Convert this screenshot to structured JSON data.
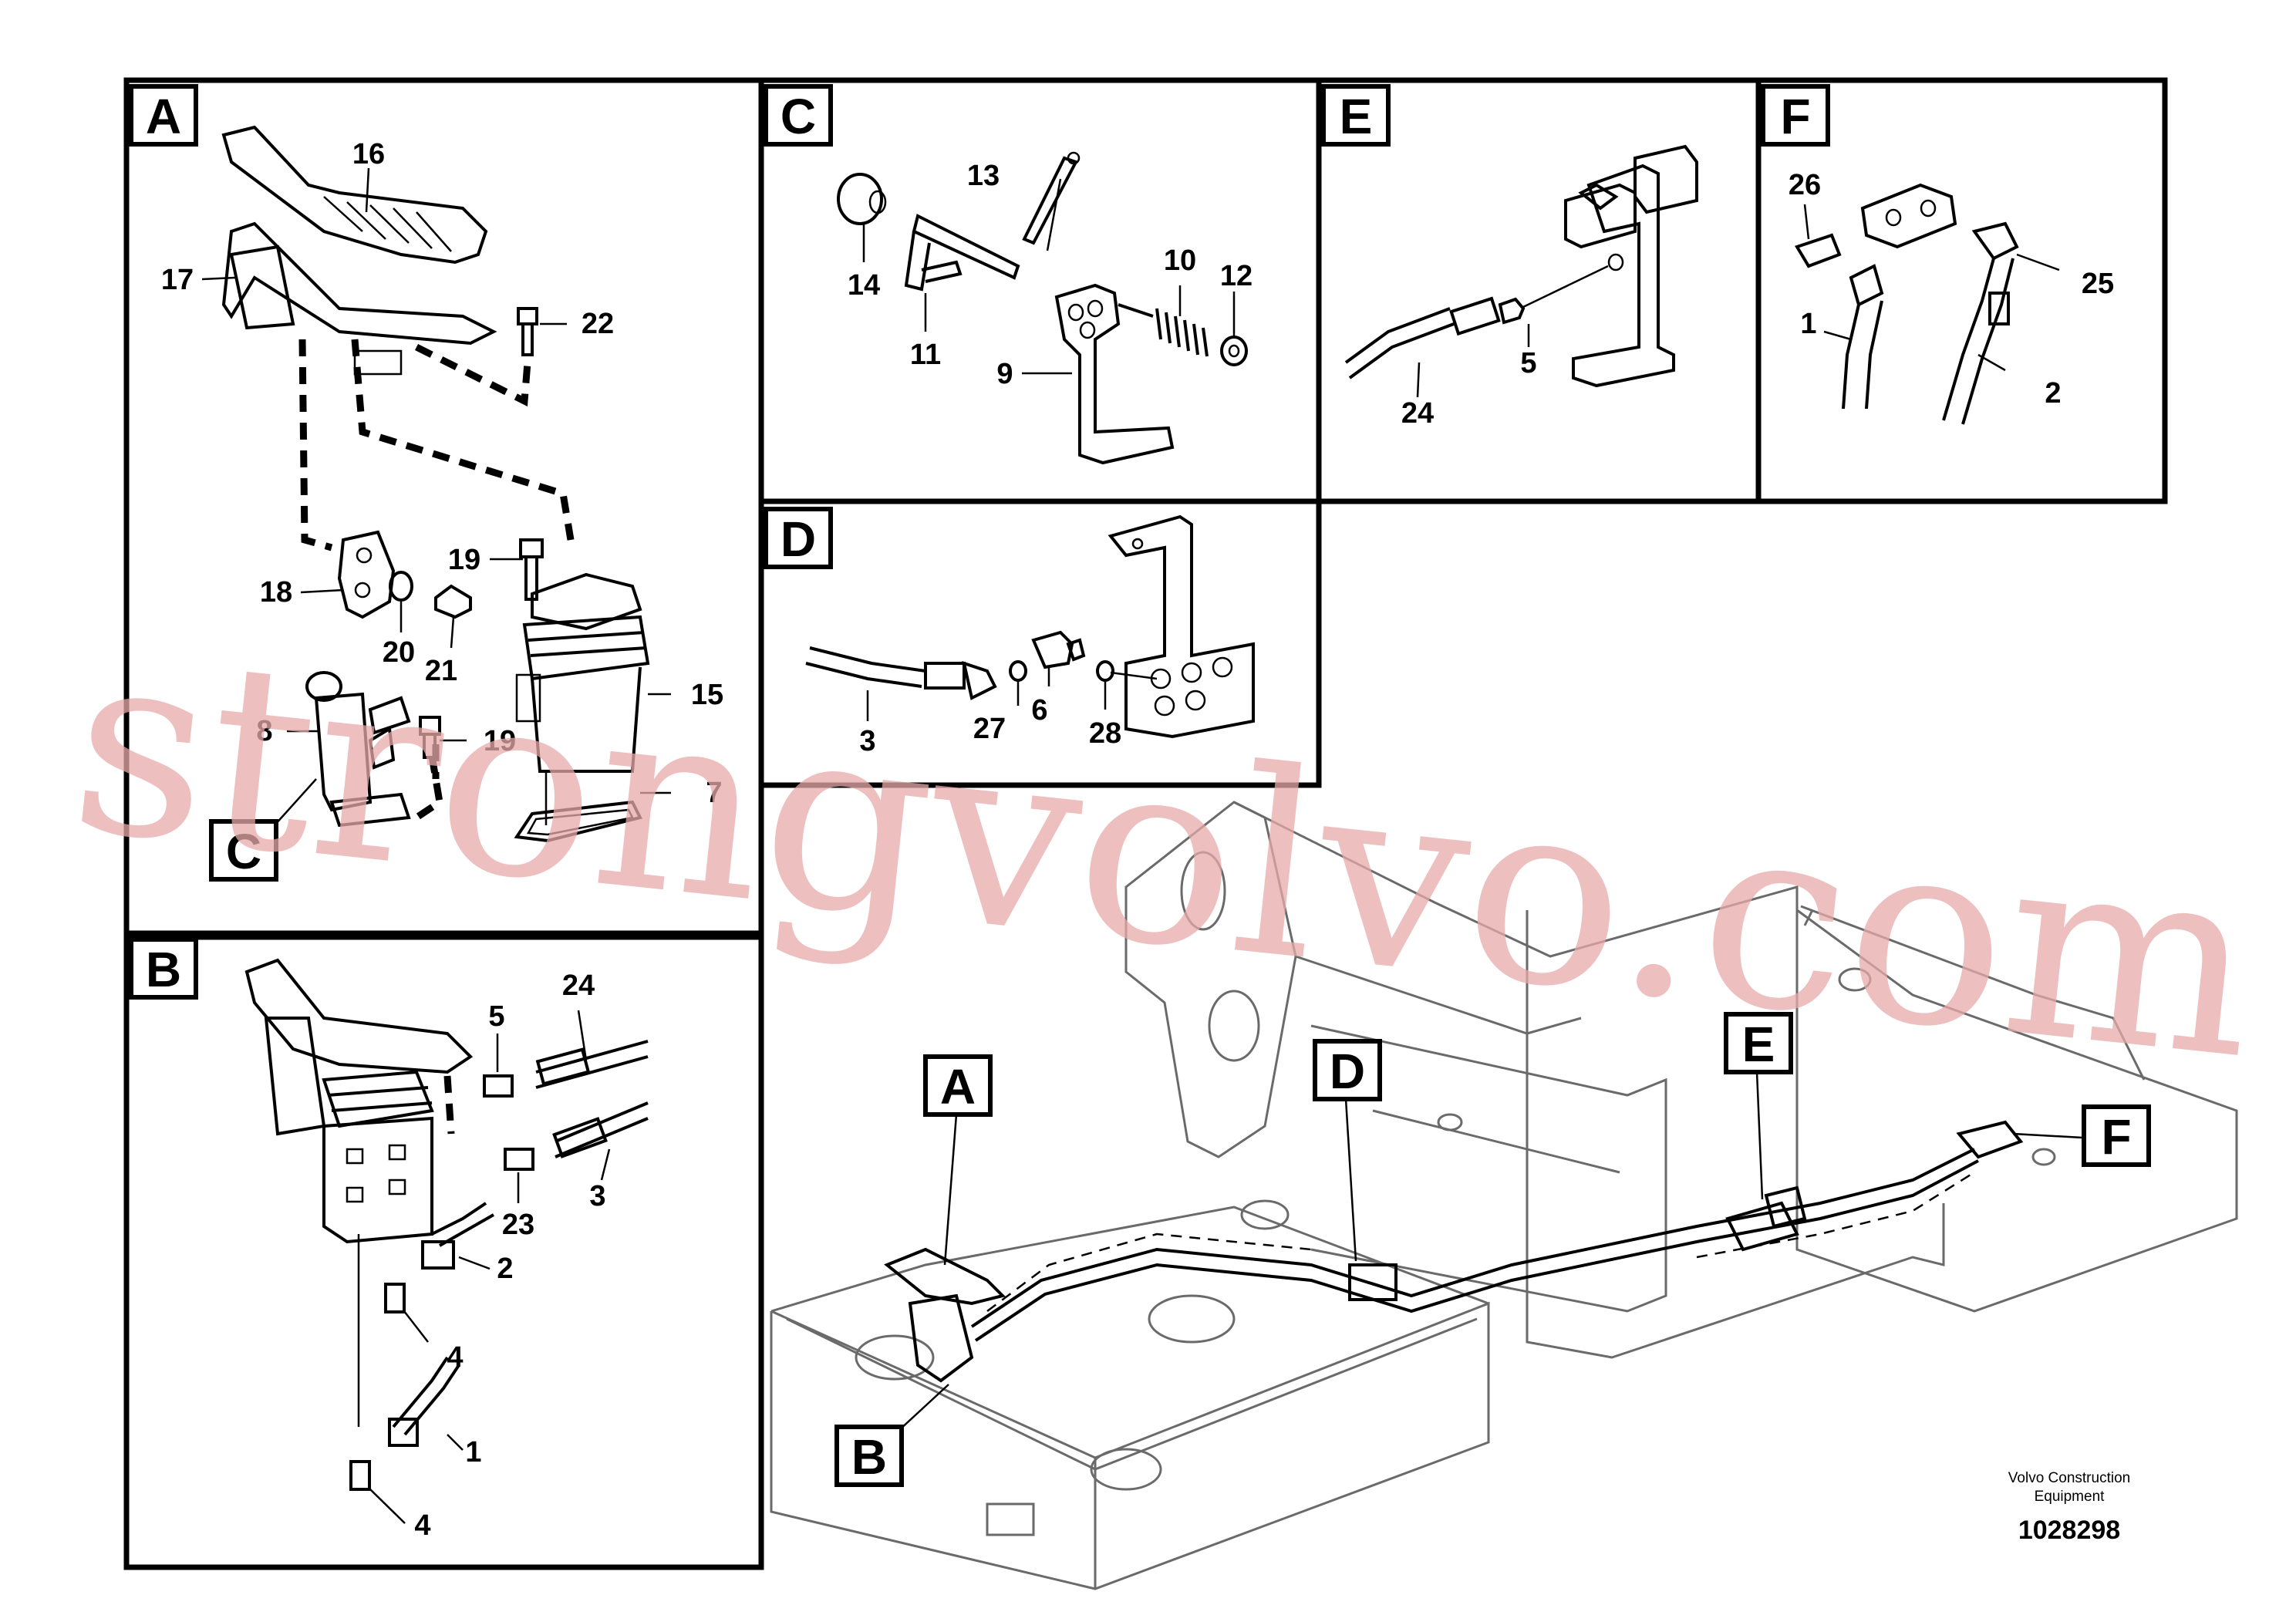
{
  "panels": {
    "A": {
      "letter": "A",
      "callouts": [
        "16",
        "17",
        "22",
        "19",
        "18",
        "20",
        "21",
        "15",
        "8",
        "19",
        "7"
      ],
      "view_ref": "C"
    },
    "B": {
      "letter": "B",
      "callouts": [
        "5",
        "24",
        "23",
        "3",
        "2",
        "4",
        "1",
        "4"
      ]
    },
    "C": {
      "letter": "C",
      "callouts": [
        "13",
        "14",
        "11",
        "10",
        "12",
        "9"
      ]
    },
    "D": {
      "letter": "D",
      "callouts": [
        "3",
        "27",
        "6",
        "28"
      ]
    },
    "E": {
      "letter": "E",
      "callouts": [
        "24",
        "5"
      ]
    },
    "F": {
      "letter": "F",
      "callouts": [
        "26",
        "25",
        "1",
        "2"
      ]
    }
  },
  "overview": {
    "tags": [
      "A",
      "B",
      "D",
      "E",
      "F"
    ]
  },
  "watermark": "strongvolvo.com",
  "credit": {
    "line1": "Volvo Construction",
    "line2": "Equipment",
    "doc_number": "1028298"
  }
}
